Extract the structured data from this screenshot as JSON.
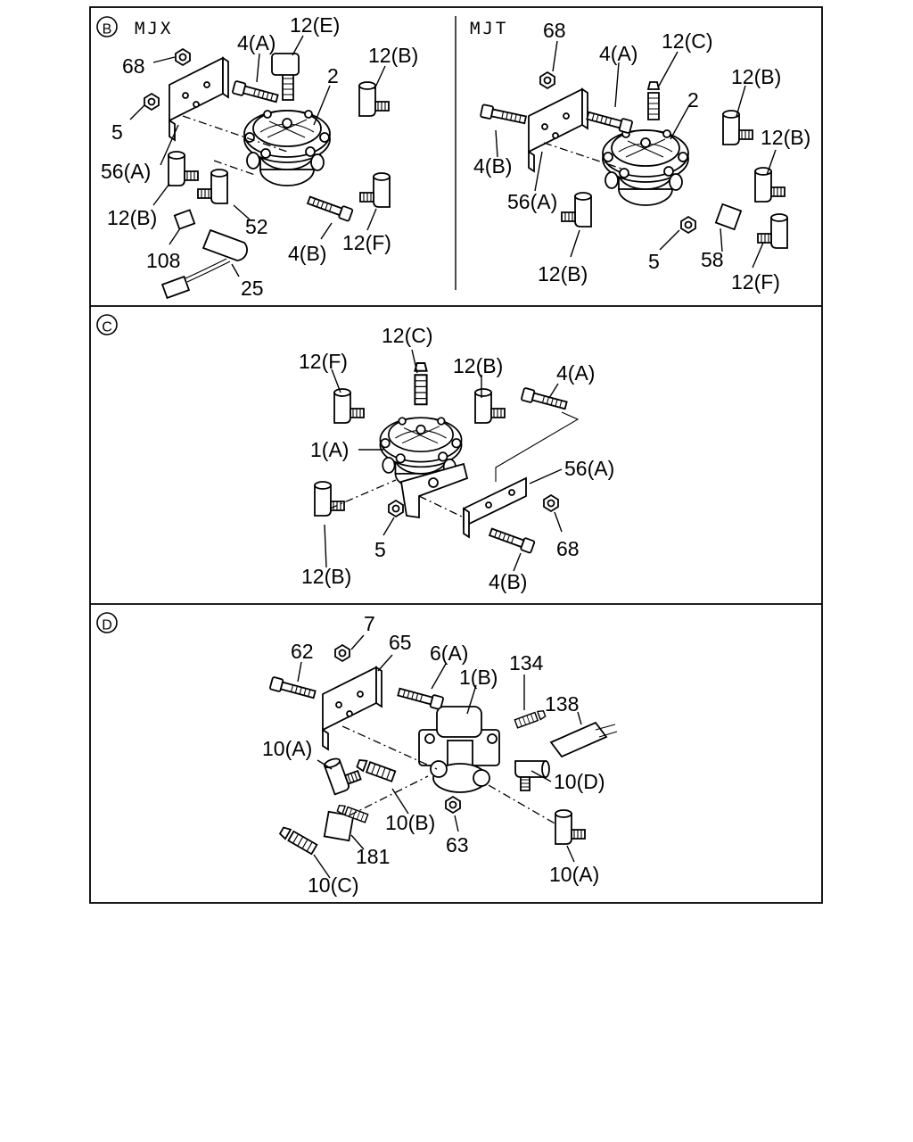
{
  "panels": {
    "b": {
      "marker": "B",
      "left_title": "MJX",
      "right_title": "MJT",
      "left_labels": [
        "12(E)",
        "4(A)",
        "12(B)",
        "68",
        "2",
        "5",
        "56(A)",
        "12(B)",
        "52",
        "12(F)",
        "4(B)",
        "108",
        "25"
      ],
      "right_labels": [
        "68",
        "4(A)",
        "12(C)",
        "12(B)",
        "2",
        "12(B)",
        "4(B)",
        "56(A)",
        "12(B)",
        "5",
        "58",
        "12(F)"
      ]
    },
    "c": {
      "marker": "C",
      "labels": [
        "12(C)",
        "12(F)",
        "12(B)",
        "4(A)",
        "1(A)",
        "56(A)",
        "5",
        "68",
        "12(B)",
        "4(B)"
      ]
    },
    "d": {
      "marker": "D",
      "labels": [
        "7",
        "65",
        "62",
        "6(A)",
        "1(B)",
        "134",
        "138",
        "10(A)",
        "10(D)",
        "10(B)",
        "63",
        "181",
        "10(C)",
        "10(A)"
      ]
    }
  }
}
